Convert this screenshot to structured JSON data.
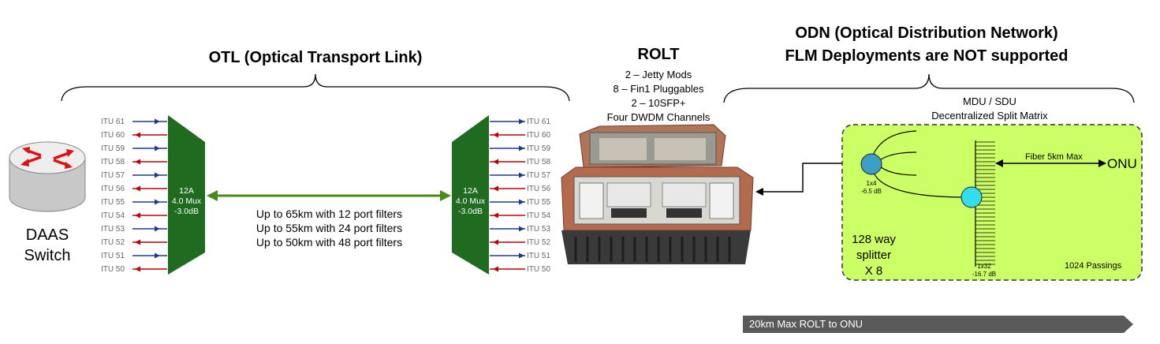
{
  "otl": {
    "title": "OTL (Optical Transport Link)"
  },
  "rolt": {
    "title": "ROLT",
    "specs": [
      "2 – Jetty Mods",
      "8 – Fin1 Pluggables",
      "2 – 10SFP+",
      "Four DWDM Channels"
    ]
  },
  "odn": {
    "title_line1": "ODN (Optical Distribution Network)",
    "title_line2": "FLM Deployments are NOT supported",
    "mdu_line1": "MDU / SDU",
    "mdu_line2": "Decentralized Split Matrix",
    "splitter1_label": "1x4",
    "splitter1_loss": "-6.5 dB",
    "splitter2_label": "1x32",
    "splitter2_loss": "-16.7 dB",
    "fiber_label": "Fiber 5km Max",
    "onu": "ONU",
    "splitter_line1": "128 way",
    "splitter_line2": "splitter",
    "splitter_line3": "X 8",
    "passings": "1024 Passings",
    "box_color": "#ccff66"
  },
  "daas": {
    "line1": "DAAS",
    "line2": "Switch"
  },
  "channels": [
    "ITU 61",
    "ITU 60",
    "ITU 59",
    "ITU 58",
    "ITU 57",
    "ITU 56",
    "ITU 55",
    "ITU 54",
    "ITU 53",
    "ITU 52",
    "ITU 51",
    "ITU 50"
  ],
  "mux": {
    "line1": "12A",
    "line2": "4.0 Mux",
    "line3": "-3.0dB",
    "color": "#1f6b1f"
  },
  "reach": [
    "Up to 65km with 12 port filters",
    "Up to 55km with 24 port filters",
    "Up to 50km with 48 port filters"
  ],
  "bottom_arrow": {
    "label": "20km Max ROLT to ONU",
    "color": "#5a5a5a"
  },
  "colors": {
    "upstream": "#1f3a8a",
    "downstream": "#c00000",
    "link": "#4a8a1a"
  }
}
